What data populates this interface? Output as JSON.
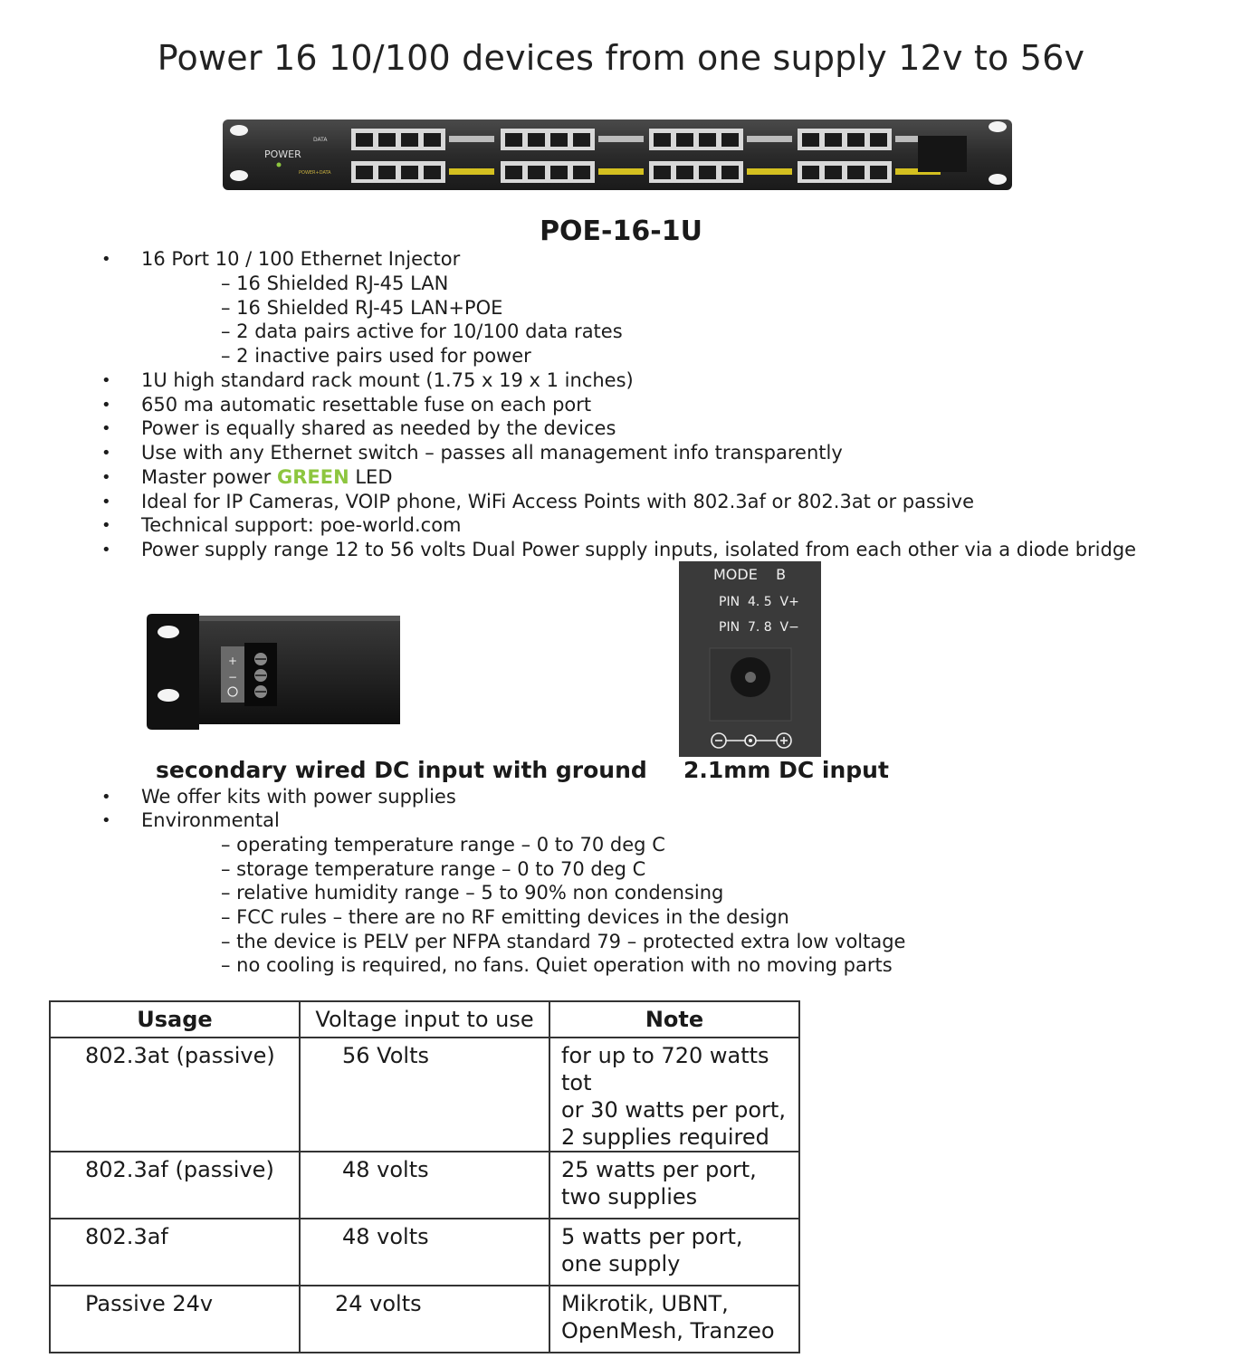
{
  "title": "Power 16 10/100 devices from one supply 12v to 56v",
  "rack_panel": {
    "power_label": "POWER",
    "row1_label": "DATA",
    "row2_label": "POWER+DATA"
  },
  "model": "POE-16-1U",
  "features": {
    "item1": "16 Port 10 / 100 Ethernet Injector",
    "item1_sub": [
      "– 16 Shielded RJ-45 LAN",
      "– 16 Shielded RJ-45 LAN+POE",
      "– 2 data pairs active for 10/100 data rates",
      "– 2 inactive pairs used for power"
    ],
    "item2": "1U high standard rack mount (1.75 x 19 x 1 inches)",
    "item3": "650 ma automatic resettable fuse on each port",
    "item4": "Power is equally shared as needed by the devices",
    "item5": "Use with any Ethernet switch – passes all management info transparently",
    "item6_pre": "Master power ",
    "item6_green": "GREEN",
    "item6_post": " LED",
    "item7": "Ideal for IP Cameras, VOIP phone, WiFi Access Points  with 802.3af or 802.3at or passive",
    "item8": "Technical support: poe-world.com",
    "item9": "Power supply range 12 to 56 volts Dual Power supply inputs, isolated from each other via a diode bridge"
  },
  "dc_jack_panel": {
    "mode": "MODE    B",
    "pin1": "PIN  4. 5  V+",
    "pin2": "PIN  7. 8  V−"
  },
  "captions": {
    "secondary": "secondary wired DC input with ground",
    "jack": "2.1mm DC input"
  },
  "more": {
    "item10": "We offer kits with power supplies",
    "item11": "Environmental",
    "env_sub": [
      "– operating temperature range – 0 to 70 deg C",
      "– storage temperature range – 0 to 70 deg C",
      "– relative humidity range – 5 to 90% non condensing",
      "– FCC rules – there are no RF emitting devices in the design",
      "– the device is PELV per NFPA standard 79 – protected extra low voltage",
      "– no cooling is required, no fans.  Quiet operation with no moving parts"
    ]
  },
  "table": {
    "headers": [
      "Usage",
      "Voltage input to use",
      "Note"
    ],
    "rows": [
      [
        "802.3at (passive)",
        "56 Volts",
        "for up to 720 watts tot\nor 30 watts per port,\n2 supplies required"
      ],
      [
        "802.3af (passive)",
        "48 volts",
        "25 watts per port,\ntwo supplies"
      ],
      [
        "802.3af",
        "48 volts",
        "5 watts per port,\none supply"
      ],
      [
        "Passive 24v",
        "24 volts",
        "Mikrotik, UBNT,\nOpenMesh, Tranzeo"
      ]
    ]
  }
}
